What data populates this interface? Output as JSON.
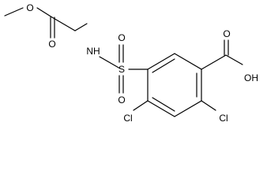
{
  "molecule": {
    "atoms": {
      "o_ester_methoxy": "O",
      "o_ester_carbonyl": "O",
      "n_sulfonamide": "NH",
      "s_sulfonyl": "S",
      "o_sulfonyl_top": "O",
      "o_sulfonyl_bottom": "O",
      "o_acid_carbonyl": "O",
      "o_acid_hydroxyl": "OH",
      "cl_left": "Cl",
      "cl_right": "Cl"
    }
  },
  "colors": {
    "bond": "#000000",
    "label": "#000000",
    "background": "#ffffff"
  }
}
